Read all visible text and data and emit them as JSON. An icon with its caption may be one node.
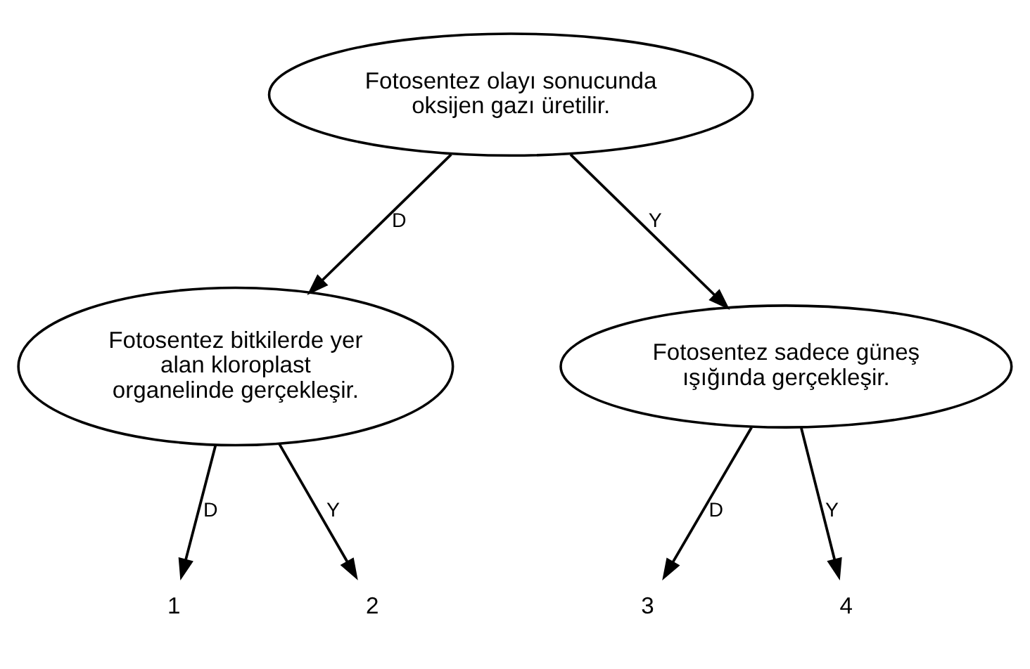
{
  "diagram": {
    "nodes": [
      {
        "text": [
          "Fotosentez olayı sonucunda oksijen gazı üretilir."
        ]
      },
      {
        "text": [
          "Fotosentez bitkilerde yer alan kloroplast organelinde gerçekleşir."
        ]
      },
      {
        "text": [
          "Fotosentez sadece güneş ışığında gerçekleşir."
        ]
      },
      {
        "text": [
          "1"
        ]
      },
      {
        "text": [
          "2"
        ]
      },
      {
        "text": [
          "3"
        ]
      },
      {
        "text": [
          "4"
        ]
      }
    ],
    "edges": [
      {
        "from": 0,
        "to": 1,
        "arrow": "to",
        "label": "D"
      },
      {
        "from": 0,
        "to": 2,
        "arrow": "to",
        "label": "Y"
      },
      {
        "from": 1,
        "to": 3,
        "arrow": "to",
        "label": "D"
      },
      {
        "from": 1,
        "to": 4,
        "arrow": "to",
        "label": "Y"
      },
      {
        "from": 2,
        "to": 5,
        "arrow": "to",
        "label": "D"
      },
      {
        "from": 2,
        "to": 6,
        "arrow": "to",
        "label": "Y"
      }
    ]
  }
}
